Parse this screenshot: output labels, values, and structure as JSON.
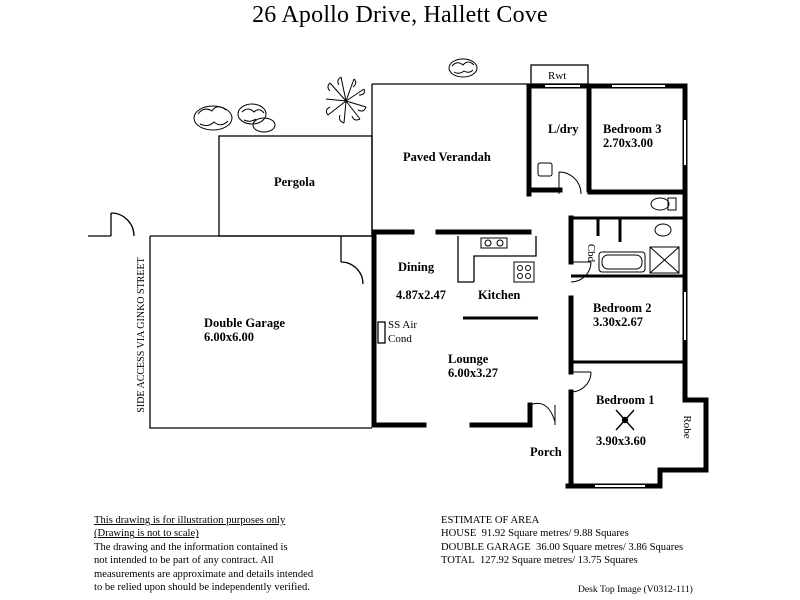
{
  "title": "26 Apollo Drive,  Hallett Cove",
  "rooms": {
    "rwt": "Rwt",
    "laundry": "L/dry",
    "bedroom3": {
      "name": "Bedroom 3",
      "size": "2.70x3.00"
    },
    "verandah": "Paved Verandah",
    "pergola": "Pergola",
    "cupboard": "Cbd",
    "dining": {
      "name": "Dining",
      "size": "4.87x2.47"
    },
    "kitchen": "Kitchen",
    "garage": {
      "name": "Double Garage",
      "size": "6.00x6.00"
    },
    "aircond": {
      "line1": "SS Air",
      "line2": "Cond"
    },
    "bedroom2": {
      "name": "Bedroom 2",
      "size": "3.30x2.67"
    },
    "lounge": {
      "name": "Lounge",
      "size": "6.00x3.27"
    },
    "bedroom1": {
      "name": "Bedroom 1",
      "size": "3.90x3.60"
    },
    "robe": "Robe",
    "porch": "Porch",
    "side_access": "SIDE ACCESS VIA GINKO STREET"
  },
  "disclaimer": {
    "line1": "This drawing is for illustration purposes only",
    "line2": "(Drawing is not to scale)",
    "line3": "The drawing and the information contained is",
    "line4": "not intended to be part of any contract.  All",
    "line5": "measurements are approximate and details intended",
    "line6": "to be relied upon should be independently verified."
  },
  "estimate": {
    "heading": "ESTIMATE OF AREA",
    "rows": [
      {
        "label": "HOUSE",
        "value": "91.92 Square metres/ 9.88 Squares"
      },
      {
        "label": "DOUBLE GARAGE",
        "value": "36.00 Square metres/ 3.86 Squares"
      },
      {
        "label": "TOTAL",
        "value": "127.92 Square metres/ 13.75 Squares"
      }
    ]
  },
  "footer": "Desk Top Image  (V0312-111)"
}
